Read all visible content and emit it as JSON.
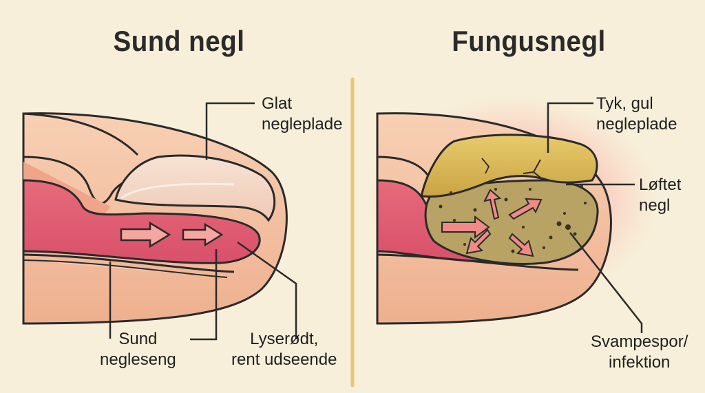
{
  "healthy": {
    "title": "Sund negl",
    "labels": {
      "plate": [
        "Glat",
        "negleplade"
      ],
      "bed": [
        "Sund",
        "negleseng"
      ],
      "color": [
        "Lyserødt,",
        "rent udseende"
      ]
    }
  },
  "fungus": {
    "title": "Fungusnegl",
    "labels": {
      "plate": [
        "Tyk, gul",
        "negleplade"
      ],
      "lifted": [
        "Løftet",
        "negl"
      ],
      "spores": [
        "Svampespor/",
        "infektion"
      ]
    }
  },
  "colors": {
    "background": "#f7efd9",
    "skin": "#f5c4a4",
    "nailbed": "#e4727e",
    "infection_plate": "#d9b85a",
    "infection_debris": "#b8a264",
    "arrow": "#f08a86",
    "divider": "#e8c37a"
  }
}
